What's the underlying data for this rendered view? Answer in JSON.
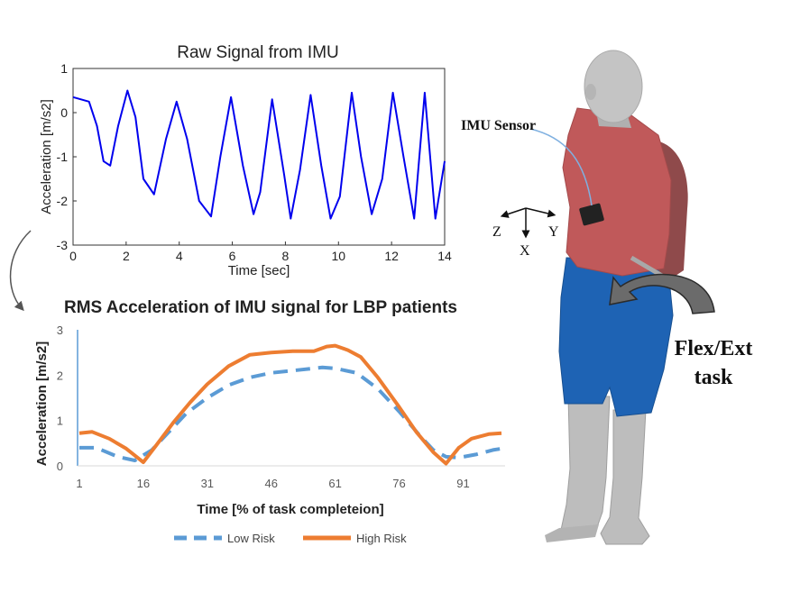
{
  "figure": {
    "sensor_label": "IMU Sensor",
    "axes_labels": {
      "z": "Z",
      "x": "X",
      "y": "Y"
    },
    "task_label_line1": "Flex/Ext",
    "task_label_line2": "task",
    "colors": {
      "shirt": "#c0595a",
      "shorts": "#1e63b4",
      "skin": "#bdbdbd",
      "raw_line": "#0000ee",
      "low_risk": "#5b9bd5",
      "high_risk": "#ed7d31"
    },
    "icons": [
      "curved-arrow-icon",
      "rotation-arrow-icon",
      "axis-triad-icon"
    ]
  },
  "chart_data": [
    {
      "type": "line",
      "title": "Raw Signal from IMU",
      "xlabel": "Time [sec]",
      "ylabel": "Acceleration [m/s2]",
      "xlim": [
        0,
        14
      ],
      "ylim": [
        -3,
        1
      ],
      "xticks": [
        "0",
        "2",
        "4",
        "6",
        "8",
        "10",
        "12",
        "14"
      ],
      "yticks": [
        "1",
        "0",
        "-1",
        "-2",
        "-3"
      ],
      "grid": false,
      "legend": "none",
      "series": [
        {
          "x": [
            0,
            0.6,
            0.9,
            1.15,
            1.4,
            1.7,
            2.05,
            2.35,
            2.65,
            3.05,
            3.5,
            3.9,
            4.3,
            4.75,
            5.2,
            5.55,
            5.95,
            6.4,
            6.8,
            7.05,
            7.5,
            7.95,
            8.2,
            8.55,
            8.95,
            9.35,
            9.7,
            10.05,
            10.5,
            10.85,
            11.25,
            11.65,
            12.05,
            12.45,
            12.85,
            13.25,
            13.65,
            14
          ],
          "y": [
            0.35,
            0.25,
            -0.3,
            -1.1,
            -1.2,
            -0.3,
            0.5,
            -0.1,
            -1.5,
            -1.85,
            -0.6,
            0.25,
            -0.6,
            -2.0,
            -2.35,
            -1.0,
            0.35,
            -1.2,
            -2.3,
            -1.8,
            0.3,
            -1.4,
            -2.4,
            -1.3,
            0.4,
            -1.2,
            -2.4,
            -1.9,
            0.45,
            -1.0,
            -2.3,
            -1.5,
            0.45,
            -1.0,
            -2.4,
            0.45,
            -2.4,
            -1.1
          ]
        }
      ]
    },
    {
      "type": "line",
      "title": "RMS Acceleration of IMU signal for LBP patients",
      "xlabel": "Time [% of task completeion]",
      "ylabel": "Acceleration [m/s2]",
      "xlim": [
        1,
        100
      ],
      "ylim": [
        0,
        3
      ],
      "xticks": [
        "1",
        "16",
        "31",
        "46",
        "61",
        "76",
        "91"
      ],
      "yticks": [
        "3",
        "2",
        "1",
        "0"
      ],
      "grid": false,
      "legend": "bottom",
      "series": [
        {
          "name": "Low Risk",
          "style": "dashed",
          "x": [
            1,
            5,
            10,
            14,
            18,
            22,
            26,
            31,
            36,
            41,
            46,
            51,
            56,
            58,
            61,
            66,
            71,
            76,
            81,
            84,
            87,
            90,
            94,
            98,
            100
          ],
          "y": [
            0.4,
            0.4,
            0.2,
            0.12,
            0.35,
            0.75,
            1.15,
            1.5,
            1.78,
            1.95,
            2.05,
            2.1,
            2.15,
            2.17,
            2.15,
            2.05,
            1.7,
            1.2,
            0.65,
            0.35,
            0.2,
            0.18,
            0.25,
            0.35,
            0.38
          ]
        },
        {
          "name": "High Risk",
          "style": "solid",
          "x": [
            1,
            4,
            8,
            12,
            16,
            19,
            23,
            27,
            31,
            36,
            41,
            46,
            51,
            56,
            59,
            61,
            64,
            67,
            71,
            76,
            80,
            84,
            87,
            90,
            93,
            97,
            100
          ],
          "y": [
            0.72,
            0.75,
            0.6,
            0.38,
            0.08,
            0.45,
            0.95,
            1.4,
            1.8,
            2.2,
            2.45,
            2.5,
            2.53,
            2.53,
            2.63,
            2.65,
            2.55,
            2.4,
            1.95,
            1.3,
            0.75,
            0.3,
            0.05,
            0.4,
            0.6,
            0.7,
            0.72
          ]
        }
      ]
    }
  ]
}
